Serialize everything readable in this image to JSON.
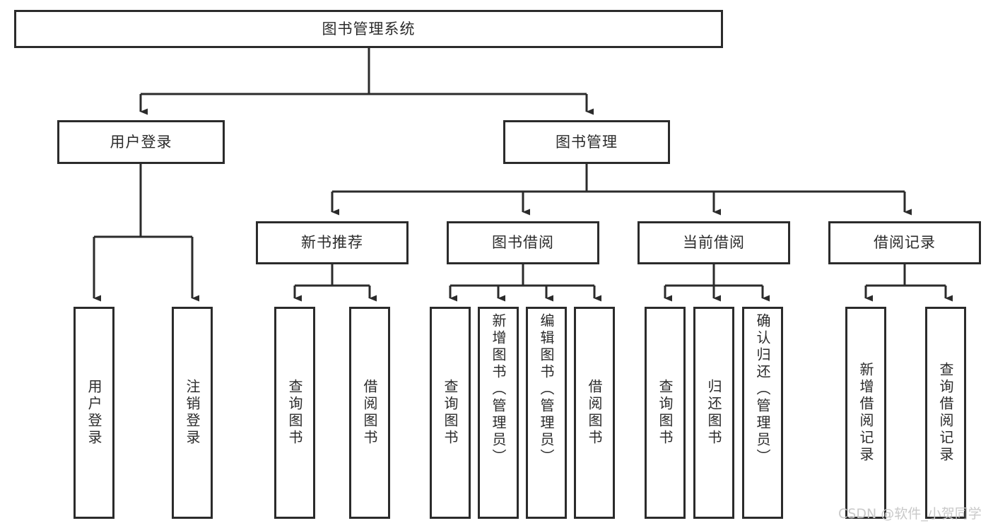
{
  "diagram": {
    "title": "图书管理系统",
    "root": {
      "label": "图书管理系统"
    },
    "level2": [
      {
        "label": "用户登录"
      },
      {
        "label": "图书管理"
      }
    ],
    "level3": [
      {
        "label": "新书推荐"
      },
      {
        "label": "图书借阅"
      },
      {
        "label": "当前借阅"
      },
      {
        "label": "借阅记录"
      }
    ],
    "leaves": {
      "user_login": [
        {
          "label": "用户登录"
        },
        {
          "label": "注销登录"
        }
      ],
      "new_book": [
        {
          "label": "查询图书"
        },
        {
          "label": "借阅图书"
        }
      ],
      "book_borrow": [
        {
          "label": "查询图书"
        },
        {
          "label": "新增图书（管理员）"
        },
        {
          "label": "编辑图书（管理员）"
        },
        {
          "label": "借阅图书"
        }
      ],
      "current_borrow": [
        {
          "label": "查询图书"
        },
        {
          "label": "归还图书"
        },
        {
          "label": "确认归还（管理员）"
        }
      ],
      "borrow_record": [
        {
          "label": "新增借阅记录"
        },
        {
          "label": "查询借阅记录"
        }
      ]
    }
  },
  "watermark": {
    "text": "CSDN @软件_小贺同学"
  },
  "colors": {
    "stroke": "#2b2b2b",
    "background": "#ffffff",
    "text": "#2b2b2b",
    "watermark": "#c9c9c9"
  }
}
